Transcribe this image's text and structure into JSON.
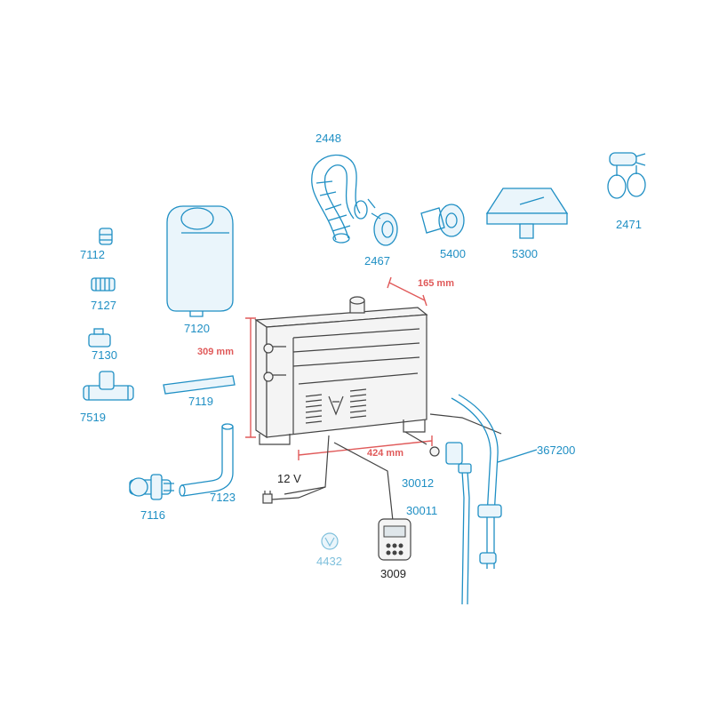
{
  "colors": {
    "part_label": "#1f8fc4",
    "dimension": "#e05a5a",
    "outline": "#444444",
    "faded_label": "#7fc0dc"
  },
  "labels": {
    "p2448": "2448",
    "p2467": "2467",
    "p5400": "5400",
    "p5300": "5300",
    "p2471": "2471",
    "p7112": "7112",
    "p7127": "7127",
    "p7120": "7120",
    "p7130": "7130",
    "p7519": "7519",
    "p7119": "7119",
    "p7123": "7123",
    "p7116": "7116",
    "p30012": "30012",
    "p30011": "30011",
    "p367200": "367200",
    "p4432": "4432",
    "p3009": "3009",
    "voltage": "12 V"
  },
  "dimensions": {
    "height": "309 mm",
    "depth": "165 mm",
    "width": "424 mm"
  }
}
